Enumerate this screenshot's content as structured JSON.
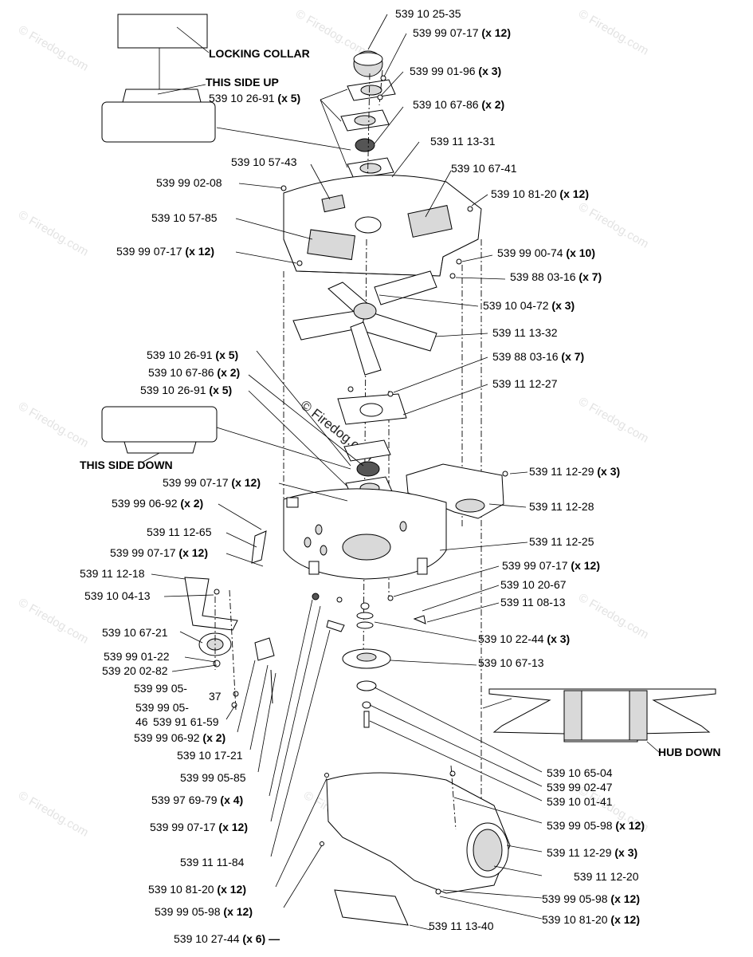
{
  "watermark": {
    "text": "© Firedog.com"
  },
  "callouts": {
    "locking_collar": "LOCKING COLLAR",
    "this_side_up": "THIS SIDE UP",
    "this_side_down": "THIS SIDE DOWN",
    "hub_down": "HUB DOWN"
  },
  "parts": {
    "p01": {
      "num": "539 10 25-35",
      "qty": ""
    },
    "p02": {
      "num": "539 99 07-17",
      "qty": "(x 12)"
    },
    "p03": {
      "num": "539 99 01-96",
      "qty": "(x 3)"
    },
    "p04": {
      "num": "539 10 26-91",
      "qty": "(x 5)"
    },
    "p05": {
      "num": "539 10 67-86",
      "qty": "(x 2)"
    },
    "p06": {
      "num": "539 11 13-31",
      "qty": ""
    },
    "p07": {
      "num": "539 10 57-43",
      "qty": ""
    },
    "p08": {
      "num": "539 10 67-41",
      "qty": ""
    },
    "p09": {
      "num": "539 99 02-08",
      "qty": ""
    },
    "p10": {
      "num": "539 10 81-20",
      "qty": "(x 12)"
    },
    "p11": {
      "num": "539 10 57-85",
      "qty": ""
    },
    "p12": {
      "num": "539 99 07-17",
      "qty": "(x 12)"
    },
    "p13": {
      "num": "539 99 00-74",
      "qty": "(x 10)"
    },
    "p14": {
      "num": "539 88 03-16",
      "qty": "(x 7)"
    },
    "p15": {
      "num": "539 10 04-72",
      "qty": "(x 3)"
    },
    "p16": {
      "num": "539 11 13-32",
      "qty": ""
    },
    "p17": {
      "num": "539 10 26-91",
      "qty": "(x 5)"
    },
    "p18": {
      "num": "539 88 03-16",
      "qty": "(x 7)"
    },
    "p19": {
      "num": "539 10 67-86",
      "qty": "(x 2)"
    },
    "p20": {
      "num": "539 11 12-27",
      "qty": ""
    },
    "p21": {
      "num": "539 10 26-91",
      "qty": "(x 5)"
    },
    "p22": {
      "num": "539 11 12-29",
      "qty": "(x 3)"
    },
    "p23": {
      "num": "539 99 07-17",
      "qty": "(x 12)"
    },
    "p24": {
      "num": "539 99 06-92",
      "qty": "(x 2)"
    },
    "p25": {
      "num": "539 11 12-28",
      "qty": ""
    },
    "p26": {
      "num": "539 11 12-65",
      "qty": ""
    },
    "p27": {
      "num": "539 11 12-25",
      "qty": ""
    },
    "p28": {
      "num": "539 99 07-17",
      "qty": "(x 12)"
    },
    "p29": {
      "num": "539 99 07-17",
      "qty": "(x 12)"
    },
    "p30": {
      "num": "539 11 12-18",
      "qty": ""
    },
    "p31": {
      "num": "539 10 20-67",
      "qty": ""
    },
    "p32": {
      "num": "539 10 04-13",
      "qty": ""
    },
    "p33": {
      "num": "539 11 08-13",
      "qty": ""
    },
    "p34": {
      "num": "539 10 67-21",
      "qty": ""
    },
    "p35": {
      "num": "539 10 22-44",
      "qty": "(x 3)"
    },
    "p36": {
      "num": "539 99 01-22",
      "qty": ""
    },
    "p37": {
      "num": "539 10 67-13",
      "qty": ""
    },
    "p38": {
      "num": "539 20 02-82",
      "qty": ""
    },
    "p39": {
      "num": "539 99 05-",
      "qty": ""
    },
    "p39b": {
      "num": "37",
      "qty": ""
    },
    "p40": {
      "num": "539 99 05-",
      "qty": ""
    },
    "p41": {
      "num": "46",
      "qty": ""
    },
    "p42": {
      "num": "539 91 61-59",
      "qty": ""
    },
    "p43": {
      "num": "539 99 06-92",
      "qty": "(x 2)"
    },
    "p44": {
      "num": "539 10 17-21",
      "qty": ""
    },
    "p45": {
      "num": "539 99 05-85",
      "qty": ""
    },
    "p46": {
      "num": "539 10 65-04",
      "qty": ""
    },
    "p47": {
      "num": "539 99 02-47",
      "qty": ""
    },
    "p48": {
      "num": "539 97 69-79",
      "qty": "(x 4)"
    },
    "p49": {
      "num": "539 10 01-41",
      "qty": ""
    },
    "p50": {
      "num": "539 99 05-98",
      "qty": "(x 12)"
    },
    "p51": {
      "num": "539 99 07-17",
      "qty": "(x 12)"
    },
    "p52": {
      "num": "539 11 12-29",
      "qty": "(x 3)"
    },
    "p53": {
      "num": "539 11 11-84",
      "qty": ""
    },
    "p54": {
      "num": "539 11 12-20",
      "qty": ""
    },
    "p55": {
      "num": "539 10 81-20",
      "qty": "(x 12)"
    },
    "p56": {
      "num": "539 99 05-98",
      "qty": "(x 12)"
    },
    "p57": {
      "num": "539 99 05-98",
      "qty": "(x 12)"
    },
    "p58": {
      "num": "539 11 13-40",
      "qty": ""
    },
    "p59": {
      "num": "539 10 81-20",
      "qty": "(x 12)"
    },
    "p60": {
      "num": "539 10 27-44",
      "qty": "(x 6) —"
    }
  }
}
